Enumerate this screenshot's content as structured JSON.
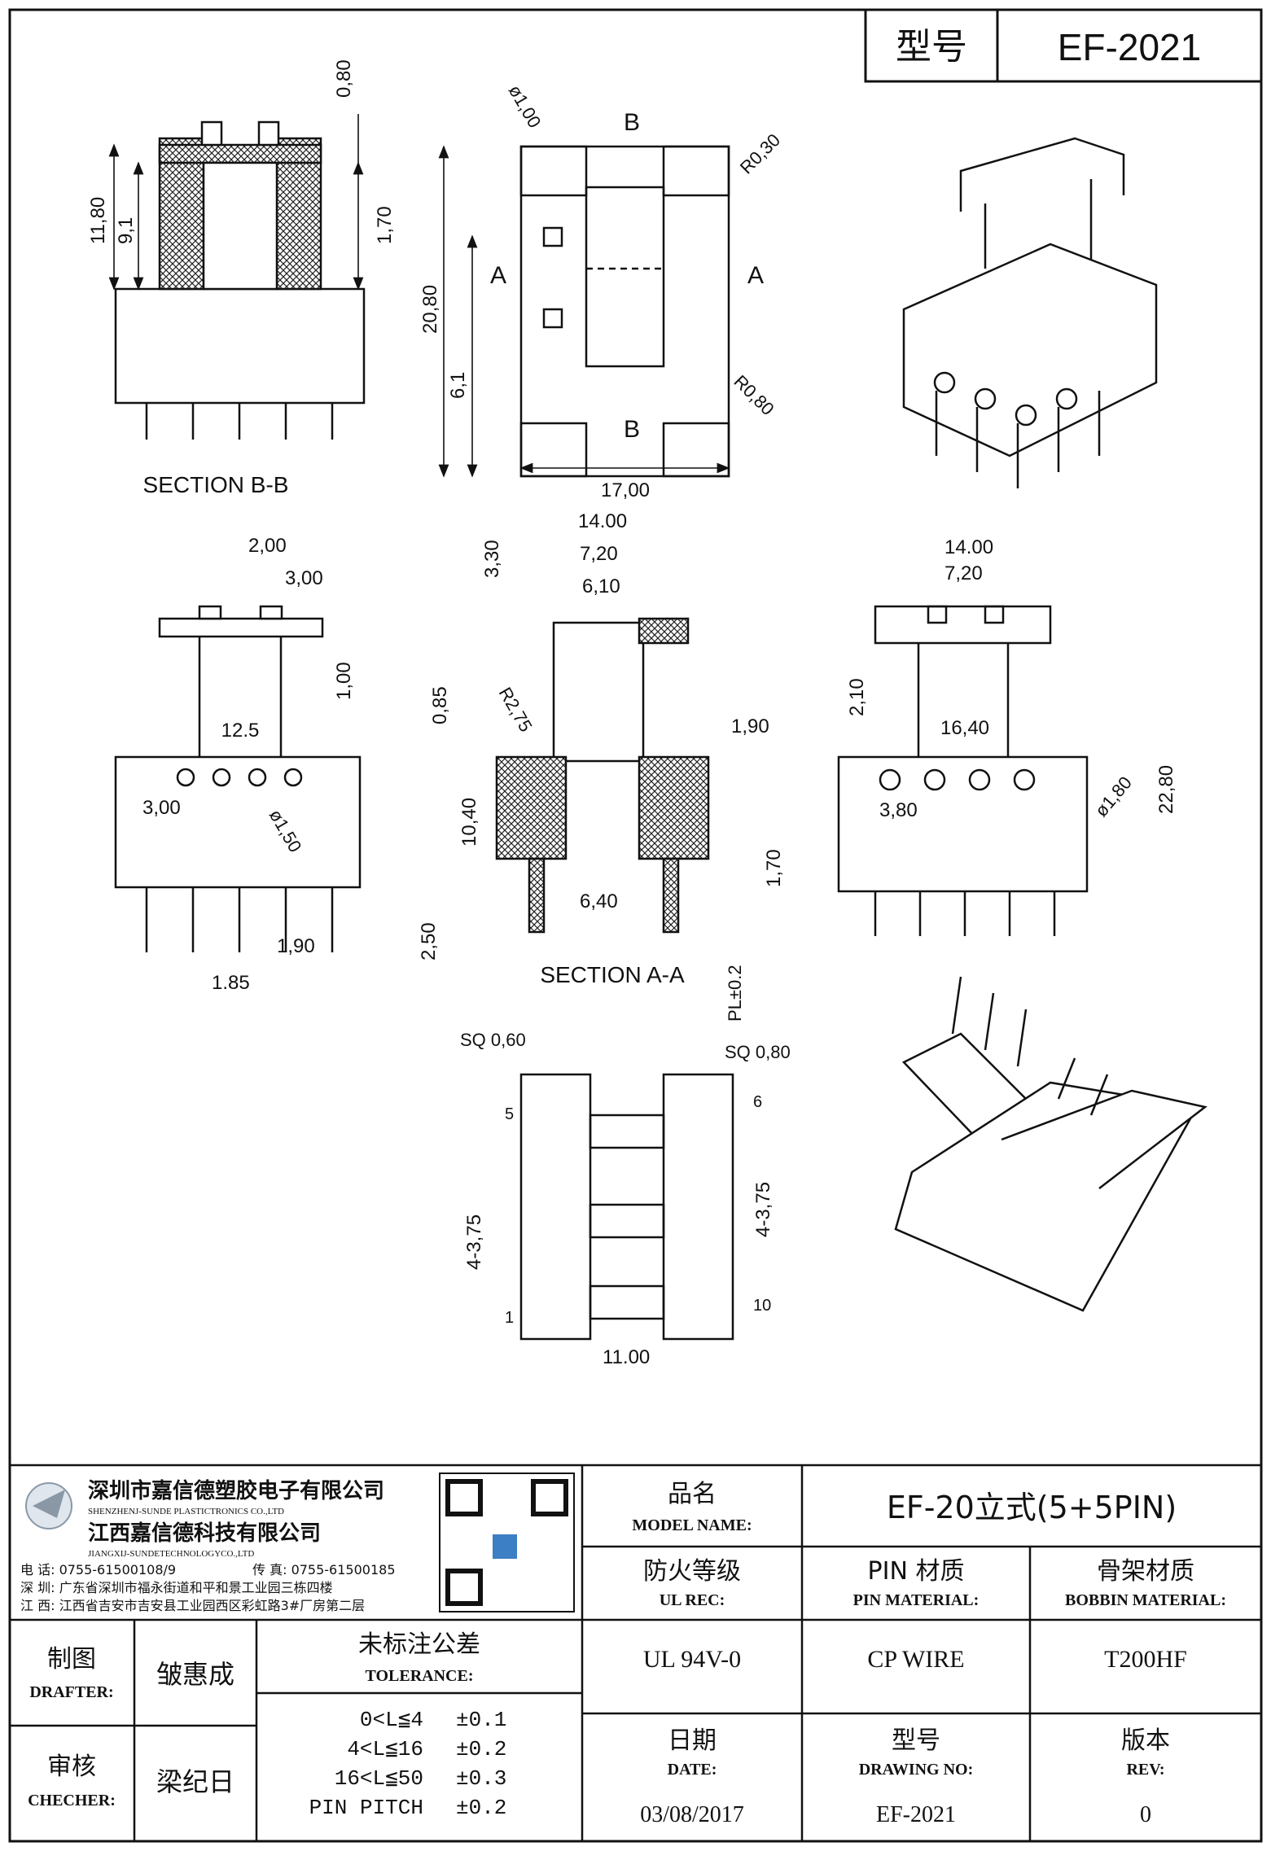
{
  "header": {
    "model_label": "型号",
    "model_value": "EF-2021"
  },
  "views": {
    "section_bb": "SECTION B-B",
    "section_aa": "SECTION A-A",
    "labels": {
      "B": "B",
      "A": "A"
    }
  },
  "dimensions": [
    {
      "id": "C",
      "value": "0,80"
    },
    {
      "id": "A",
      "value": "11,80"
    },
    {
      "id": "B",
      "value": "9,1"
    },
    {
      "id": "W",
      "value": "1,70"
    },
    {
      "id": "D",
      "value": "20,80"
    },
    {
      "id": "E",
      "value": "6,1"
    },
    {
      "id": "F",
      "value": "17,00"
    },
    {
      "id": "",
      "value": "ø1,00"
    },
    {
      "id": "",
      "value": "R0,30"
    },
    {
      "id": "",
      "value": "R0,80"
    },
    {
      "id": "G",
      "value": "2,00"
    },
    {
      "id": "H",
      "value": "3,00"
    },
    {
      "id": "",
      "value": "1,00"
    },
    {
      "id": "I",
      "value": "12.5"
    },
    {
      "id": "",
      "value": "3,00"
    },
    {
      "id": "",
      "value": "ø1,50"
    },
    {
      "id": "",
      "value": "1,90"
    },
    {
      "id": "",
      "value": "1.85"
    },
    {
      "id": "K",
      "value": "14.00"
    },
    {
      "id": "L",
      "value": "7,20"
    },
    {
      "id": "",
      "value": "6,10"
    },
    {
      "id": "J",
      "value": "3,30"
    },
    {
      "id": "M",
      "value": ""
    },
    {
      "id": "",
      "value": "0,85"
    },
    {
      "id": "",
      "value": "R2,75"
    },
    {
      "id": "",
      "value": "1,90"
    },
    {
      "id": "",
      "value": "10,40"
    },
    {
      "id": "N",
      "value": "6,40"
    },
    {
      "id": "",
      "value": "1,70"
    },
    {
      "id": "",
      "value": "2,50"
    },
    {
      "id": "",
      "value": "PL±0.2"
    },
    {
      "id": "O",
      "value": "14.00"
    },
    {
      "id": "P",
      "value": "7,20"
    },
    {
      "id": "",
      "value": "2,10"
    },
    {
      "id": "Q",
      "value": "16,40"
    },
    {
      "id": "R",
      "value": "22,80"
    },
    {
      "id": "",
      "value": "3,80"
    },
    {
      "id": "",
      "value": "ø1,80"
    },
    {
      "id": "S",
      "value": "SQ 0,60"
    },
    {
      "id": "T",
      "value": "SQ 0,80"
    },
    {
      "id": "U",
      "value": "4-3,75"
    },
    {
      "id": "",
      "value": "4-3,75"
    },
    {
      "id": "V",
      "value": "11.00"
    }
  ],
  "pins": {
    "p5": "5",
    "p1": "1",
    "p6": "6",
    "p10": "10"
  },
  "company": {
    "name_sz": "深圳市嘉信德塑胶电子有限公司",
    "name_sz_en": "SHENZHENJ-SUNDE PLASTICTRONICS CO.,LTD",
    "name_jx": "江西嘉信德科技有限公司",
    "name_jx_en": "JIANGXIJ-SUNDETECHNOLOGYCO.,LTD",
    "tel": "电 话: 0755-61500108/9",
    "fax": "传 真: 0755-61500185",
    "addr_sz": "深 圳: 广东省深圳市福永街道和平和景工业园三栋四楼",
    "addr_jx": "江 西: 江西省吉安市吉安县工业园西区彩虹路3#厂房第二层"
  },
  "title_block": {
    "model_name_cn": "品名",
    "model_name_en": "MODEL NAME:",
    "model_name_value": "EF-20立式(5+5PIN)",
    "ul_cn": "防火等级",
    "ul_en": "UL REC:",
    "ul_value": "UL 94V-0",
    "pin_cn": "PIN 材质",
    "pin_en": "PIN MATERIAL:",
    "pin_value": "CP WIRE",
    "bobbin_cn": "骨架材质",
    "bobbin_en": "BOBBIN MATERIAL:",
    "bobbin_value": "T200HF",
    "drafter_cn": "制图",
    "drafter_en": "DRAFTER:",
    "drafter_value": "皱惠成",
    "checker_cn": "审核",
    "checker_en": "CHECHER:",
    "checker_value": "梁纪日",
    "tol_cn": "未标注公差",
    "tol_en": "TOLERANCE:",
    "tolerances": [
      {
        "range": "0<L≦4",
        "tol": "±0.1"
      },
      {
        "range": "4<L≦16",
        "tol": "±0.2"
      },
      {
        "range": "16<L≦50",
        "tol": "±0.3"
      },
      {
        "range": "PIN PITCH",
        "tol": "±0.2"
      }
    ],
    "date_cn": "日期",
    "date_en": "DATE:",
    "date_value": "03/08/2017",
    "drawing_cn": "型号",
    "drawing_en": "DRAWING NO:",
    "drawing_value": "EF-2021",
    "rev_cn": "版本",
    "rev_en": "REV:",
    "rev_value": "0"
  }
}
